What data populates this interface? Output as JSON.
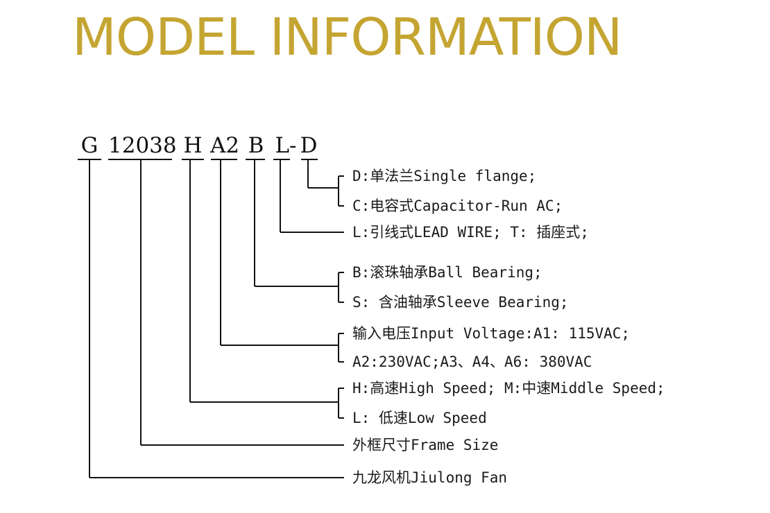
{
  "title": "MODEL INFORMATION",
  "code": {
    "g": "G",
    "size": "12038",
    "speed": "H",
    "voltage": "A2",
    "bearing": "B",
    "wire": "L-",
    "flange": "D"
  },
  "descriptions": {
    "flange_d": "D:单法兰Single flange;",
    "flange_c": "C:电容式Capacitor-Run AC;",
    "wire": "L:引线式LEAD WIRE; T: 插座式;",
    "bearing_b": "B:滚珠轴承Ball Bearing;",
    "bearing_s": "S: 含油轴承Sleeve Bearing;",
    "voltage_1": "输入电压Input Voltage:A1: 115VAC;",
    "voltage_2": "A2:230VAC;A3、A4、A6: 380VAC",
    "speed_1": "H:高速High Speed; M:中速Middle Speed;",
    "speed_2": "L: 低速Low Speed",
    "frame": "外框尺寸Frame Size",
    "brand": "九龙风机Jiulong Fan"
  }
}
